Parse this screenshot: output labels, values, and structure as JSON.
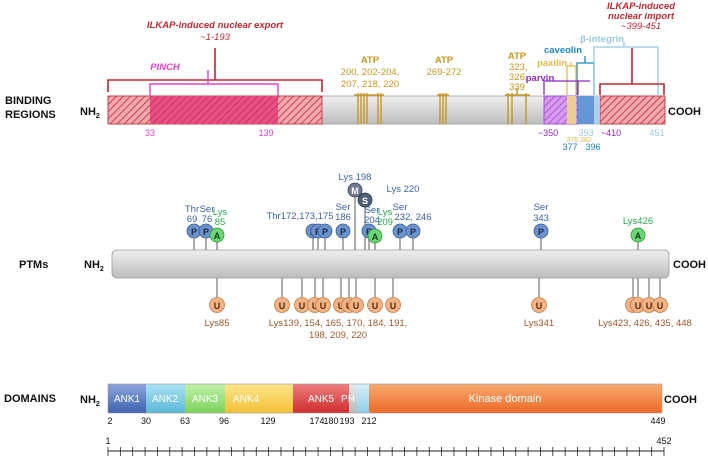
{
  "colors": {
    "nuclear": "#c0282f",
    "pinch": "#e044c8",
    "atp": "#c8961e",
    "caveolin": "#1f86c8",
    "paxilin": "#e3b94a",
    "parvin": "#8e2bc4",
    "integrin": "#98c7e6",
    "p_fill": "#6d92cc",
    "a_fill": "#6cd675",
    "m_fill": "#707a92",
    "s_fill": "#4f5f77",
    "u_fill": "#f2b486",
    "lys_blue": "#3b63a8",
    "lys_green": "#2aa84a",
    "lys_brown": "#a0582a",
    "kinase": "#f07e3b"
  },
  "binding": {
    "label_line1": "BINDING",
    "label_line2": "REGIONS",
    "nh2": "NH",
    "nh2_sub": "2",
    "cooh": "COOH",
    "export_line1": "ILKAP-induced nuclear export",
    "export_line2": "~1-193",
    "import_line1": "ILKAP-induced",
    "import_line2": "nuclear import",
    "import_line3": "~399-451",
    "pinch": "PINCH",
    "pinch_start": "33",
    "pinch_end": "139",
    "atp1_title": "ATP",
    "atp1_line1": "200, 202-204,",
    "atp1_line2": "207, 218, 220",
    "atp2_title": "ATP",
    "atp2_line1": "269-272",
    "atp3_title": "ATP",
    "atp3_line1": "323,",
    "atp3_line2": "326,",
    "atp3_line3": "339",
    "caveolin": "caveolin",
    "integrin": "β-integrin",
    "paxilin": "paxilin",
    "parvin": "parvin",
    "n350": "~350",
    "n376": "376",
    "n382": "382",
    "n377": "377",
    "n393": "393",
    "n396": "396",
    "n410": "~410",
    "n451": "451"
  },
  "ptms": {
    "label": "PTMs",
    "nh2": "NH",
    "nh2_sub": "2",
    "cooh": "COOH",
    "top_labels": {
      "thr69": "Thr",
      "n69": "69",
      "ser76": "Ser",
      "n76": "76",
      "lys85_top": "Lys",
      "n85_top": "85",
      "thr_group": "Thr172,173,175",
      "ser186": "Ser",
      "n186": "186",
      "lys198": "Lys 198",
      "ser204": "Ser",
      "n204": "204",
      "lys209": "Lys",
      "n209": "209",
      "lys220": "Lys 220",
      "ser232": "Ser",
      "n232": "232, 246",
      "ser343": "Ser",
      "n343": "343",
      "lys426_top": "Lys426"
    },
    "bottom_labels": {
      "lys85": "Lys85",
      "group_line1": "Lys139, 154, 165, 170, 184, 191,",
      "group_line2": "198, 209, 220",
      "lys341": "Lys341",
      "group3": "Lys423, 426, 435, 448"
    },
    "badges": {
      "p": "P",
      "a": "A",
      "m": "M",
      "s": "S",
      "u": "U"
    }
  },
  "domains": {
    "label": "DOMAINS",
    "nh2": "NH",
    "nh2_sub": "2",
    "cooh": "COOH",
    "ank1": "ANK1",
    "ank2": "ANK2",
    "ank3": "ANK3",
    "ank4": "ANK4",
    "ank5": "ANK5",
    "ph": "PH",
    "kinase": "Kinase domain",
    "pos2": "2",
    "pos30": "30",
    "pos63": "63",
    "pos96": "96",
    "pos129": "129",
    "pos174": "174",
    "pos180": "180",
    "pos193": "193",
    "pos212": "212",
    "pos449": "449"
  },
  "ruler": {
    "start": "1",
    "end": "452"
  }
}
